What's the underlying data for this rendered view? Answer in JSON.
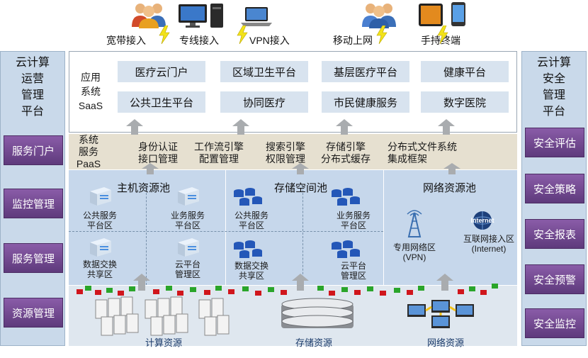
{
  "access": {
    "broadband": "宽带接入",
    "dedicated": "专线接入",
    "vpn": "VPN接入",
    "mobile": "移动上网",
    "handheld": "手持终端"
  },
  "left_panel": {
    "title_lines": [
      "云计算",
      "运营",
      "管理",
      "平台"
    ],
    "buttons": [
      "服务门户",
      "监控管理",
      "服务管理",
      "资源管理"
    ]
  },
  "right_panel": {
    "title_lines": [
      "云计算",
      "安全",
      "管理",
      "平台"
    ],
    "buttons": [
      "安全评估",
      "安全策略",
      "安全报表",
      "安全预警",
      "安全监控"
    ]
  },
  "saas": {
    "label_lines": [
      "应用",
      "系统",
      "SaaS"
    ],
    "apps_row1": [
      "医疗云门户",
      "区域卫生平台",
      "基层医疗平台",
      "健康平台"
    ],
    "apps_row2": [
      "公共卫生平台",
      "协同医疗",
      "市民健康服务",
      "数字医院"
    ]
  },
  "paas": {
    "label_lines": [
      "系统",
      "服务",
      "PaaS"
    ],
    "items": [
      {
        "l1": "身份认证",
        "l2": "接口管理"
      },
      {
        "l1": "工作流引擎",
        "l2": "配置管理"
      },
      {
        "l1": "搜索引擎",
        "l2": "权限管理"
      },
      {
        "l1": "存储引擎",
        "l2": "分布式缓存"
      },
      {
        "l1": "分布式文件系统",
        "l2": "集成框架"
      }
    ]
  },
  "iaas": {
    "compute_pool": "主机资源池",
    "storage_pool": "存储空间池",
    "network_pool": "网络资源池",
    "compute_zones": [
      {
        "l1": "公共服务",
        "l2": "平台区"
      },
      {
        "l1": "业务服务",
        "l2": "平台区"
      },
      {
        "l1": "数据交换",
        "l2": "共享区"
      },
      {
        "l1": "云平台",
        "l2": "管理区"
      }
    ],
    "storage_zones": [
      {
        "l1": "公共服务",
        "l2": "平台区"
      },
      {
        "l1": "业务服务",
        "l2": "平台区"
      },
      {
        "l1": "数据交换",
        "l2": "共享区"
      },
      {
        "l1": "云平台",
        "l2": "管理区"
      }
    ],
    "network_zones": [
      {
        "l1": "专用网络区",
        "l2": "(VPN)"
      },
      {
        "l1": "互联网接入区",
        "l2": "(Internet)"
      }
    ],
    "internet_badge": "Internet"
  },
  "resources": {
    "compute": "计算资源",
    "storage": "存储资源",
    "network": "网络资源"
  },
  "colors": {
    "side_panel": "#c9d9ea",
    "side_button": "#6b4589",
    "app_cell": "#d8e3ef",
    "paas_band": "#e6e0d0",
    "iaas_band": "#c6d7eb",
    "arrow": "#a9acaf",
    "red_block": "#d0161c",
    "green_block": "#2aa52a"
  }
}
